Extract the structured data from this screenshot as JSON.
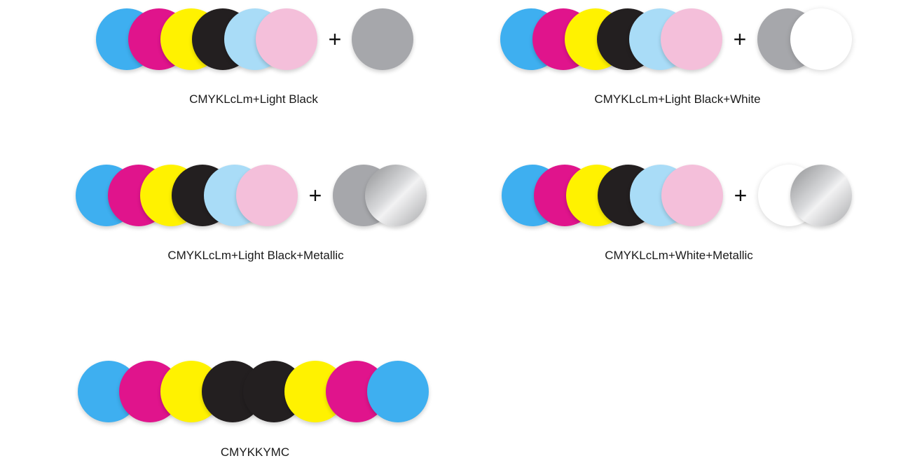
{
  "colors": {
    "C": "#3eaff0",
    "M": "#e0148c",
    "Y": "#fff200",
    "K": "#231f20",
    "Lc": "#a9dcf7",
    "Lm": "#f4bfda",
    "LightBlack": "#a6a7ab",
    "White": "#ffffff",
    "Metallic": "linear-gradient(135deg, #8e8f91 0%, #d9dadc 45%, #f2f2f3 55%, #a7a8aa 100%)"
  },
  "groups": [
    {
      "id": "cmyklclm-lightblack",
      "caption": "CMYKLcLm+Light Black",
      "plus": "+"
    },
    {
      "id": "cmyklclm-lightblack-white",
      "caption": "CMYKLcLm+Light Black+White",
      "plus": "+"
    },
    {
      "id": "cmyklclm-lightblack-metallic",
      "caption": "CMYKLcLm+Light Black+Metallic",
      "plus": "+"
    },
    {
      "id": "cmyklclm-white-metallic",
      "caption": "CMYKLcLm+White+Metallic",
      "plus": "+"
    },
    {
      "id": "cmykkymc",
      "caption": "CMYKKYMC"
    }
  ]
}
